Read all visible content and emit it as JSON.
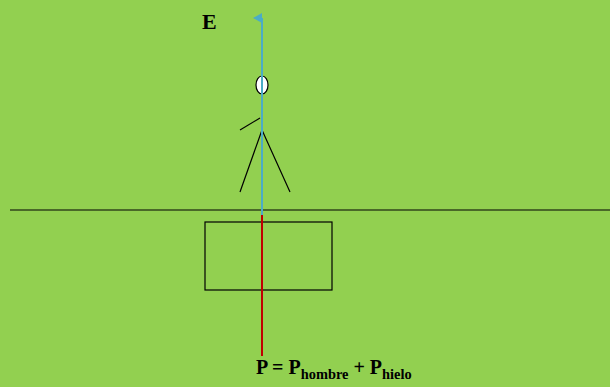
{
  "diagram": {
    "labels": [
      "E",
      "P = P",
      "hombre",
      "+ P",
      "hielo"
    ]
  }
}
